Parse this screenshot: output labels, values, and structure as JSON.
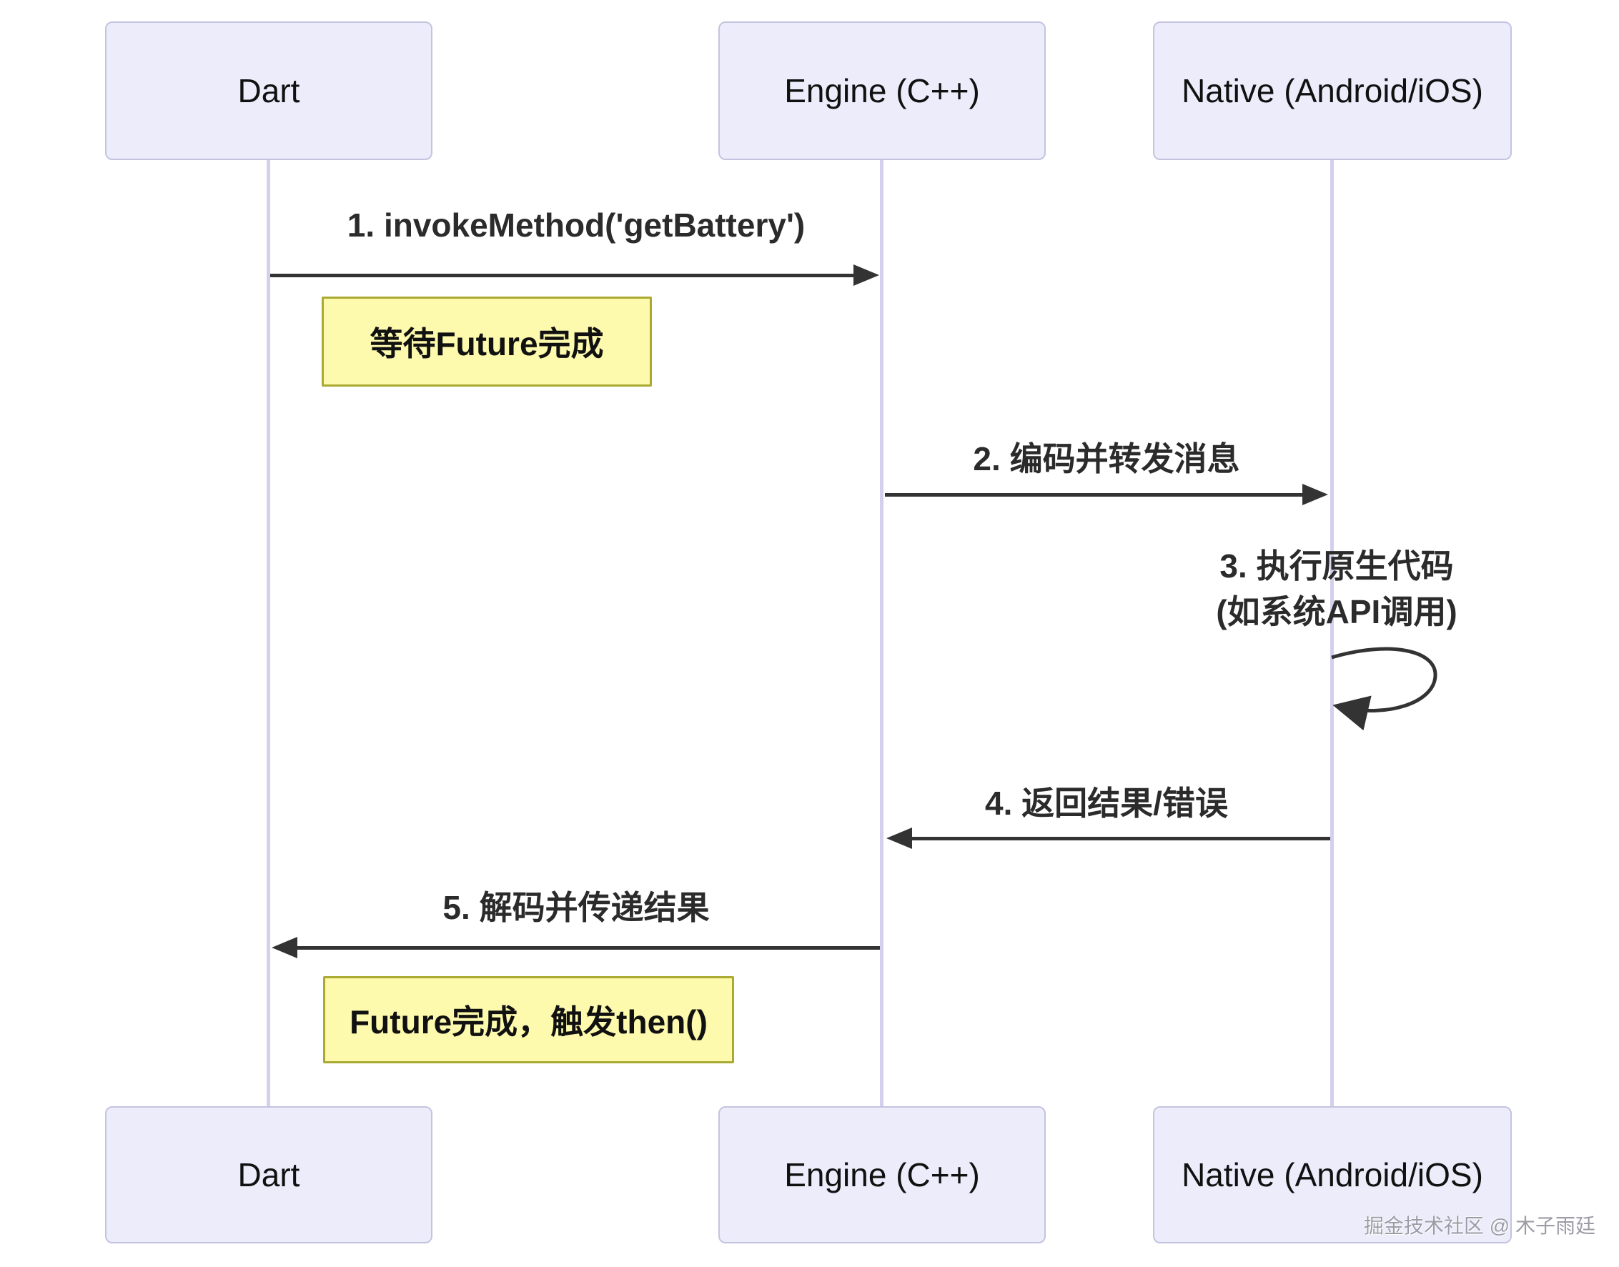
{
  "diagram": {
    "title": "Flutter MethodChannel sequence diagram",
    "actors": [
      {
        "label": "Dart"
      },
      {
        "label": "Engine (C++)"
      },
      {
        "label": "Native (Android/iOS)"
      }
    ],
    "messages": [
      {
        "label": "1. invokeMethod('getBattery')"
      },
      {
        "label": "2. 编码并转发消息"
      },
      {
        "line1": "3. 执行原生代码",
        "line2": "(如系统API调用)"
      },
      {
        "label": "4. 返回结果/错误"
      },
      {
        "label": "5. 解码并传递结果"
      }
    ],
    "notes": [
      {
        "text": "等待Future完成"
      },
      {
        "text": "Future完成，触发then()"
      }
    ],
    "watermark": "掘金技术社区 @ 木子雨廷",
    "colors": {
      "actor_fill": "#ECECFB",
      "actor_border": "#C4C4E0",
      "lifeline": "#D5CFEE",
      "note_fill": "#FDF9AD",
      "note_border": "#AAAA33",
      "arrow": "#333333",
      "text": "#2b2b2b",
      "watermark": "#9c9ca6",
      "background": "#ffffff"
    }
  }
}
